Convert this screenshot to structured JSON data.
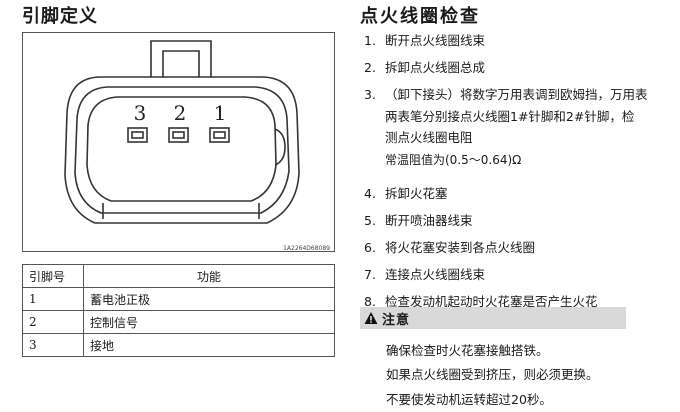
{
  "left": {
    "title": "引脚定义",
    "figure_code": "1A2264D68089",
    "connector_pins": [
      "3",
      "2",
      "1"
    ],
    "table": {
      "headers": [
        "引脚号",
        "功能"
      ],
      "rows": [
        [
          "1",
          "蓄电池正极"
        ],
        [
          "2",
          "控制信号"
        ],
        [
          "3",
          "接地"
        ]
      ]
    }
  },
  "right": {
    "title": "点火线圈检查",
    "steps": [
      {
        "num": "1.",
        "text": "断开点火线圈线束"
      },
      {
        "num": "2.",
        "text": "拆卸点火线圈总成"
      },
      {
        "num": "3.",
        "lines": [
          "（卸下接头）将数字万用表调到欧姆挡，万用表",
          "两表笔分别接点火线圈1#针脚和2#针脚，检",
          "测点火线圈电阻"
        ]
      },
      {
        "num": "4.",
        "text": "拆卸火花塞"
      },
      {
        "num": "5.",
        "text": "断开喷油器线束"
      },
      {
        "num": "6.",
        "text": "将火花塞安装到各点火线圈"
      },
      {
        "num": "7.",
        "text": "连接点火线圈线束"
      },
      {
        "num": "8.",
        "text": "检查发动机起动时火花塞是否产生火花"
      }
    ],
    "resistance_note": "常温阻值为(0.5～0.64)Ω",
    "caution": {
      "title": "注意",
      "lines": [
        "确保检查时火花塞接触搭铁。",
        "如果点火线圈受到挤压，则必须更换。",
        "不要使发动机运转超过20秒。"
      ]
    }
  }
}
